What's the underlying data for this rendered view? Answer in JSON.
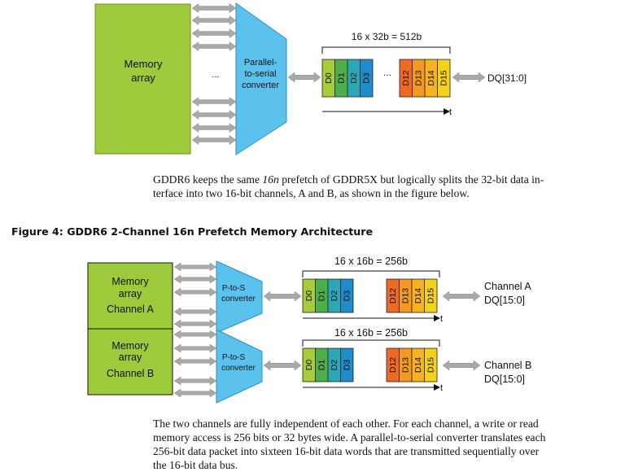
{
  "figure3": {
    "block_label_line1": "Memory",
    "block_label_line2": "array",
    "ellipsis": "...",
    "converter_line1": "Parallel-",
    "converter_line2": "to-serial",
    "converter_line3": "converter",
    "brace_label": "16 x 32b = 512b",
    "cells_first": [
      "D0",
      "D1",
      "D2",
      "D3"
    ],
    "cells_last": [
      "D12",
      "D13",
      "D14",
      "D15"
    ],
    "dots": "...",
    "time_label": "t",
    "output_label": "DQ[31:0]"
  },
  "paragraph1": {
    "line1_pre": "GDDR6 keeps the same ",
    "line1_em": "16n",
    "line1_post": " prefetch of GDDR5X but logically splits the 32-bit data in-",
    "line2": "terface into two 16-bit channels, A and B, as shown in the figure below."
  },
  "figure4_caption": "Figure 4: GDDR6 2-Channel 16n Prefetch Memory Architecture",
  "figure4": {
    "channels": [
      {
        "block_line1": "Memory",
        "block_line2": "array",
        "block_line3": "Channel A",
        "converter_line1": "P-to-S",
        "converter_line2": "converter",
        "brace_label": "16 x 16b = 256b",
        "cells_first": [
          "D0",
          "D1",
          "D2",
          "D3"
        ],
        "cells_last": [
          "D12",
          "D13",
          "D14",
          "D15"
        ],
        "time_label": "t",
        "output_line1": "Channel A",
        "output_line2": "DQ[15:0]"
      },
      {
        "block_line1": "Memory",
        "block_line2": "array",
        "block_line3": "Channel B",
        "converter_line1": "P-to-S",
        "converter_line2": "converter",
        "brace_label": "16 x 16b = 256b",
        "cells_first": [
          "D0",
          "D1",
          "D2",
          "D3"
        ],
        "cells_last": [
          "D12",
          "D13",
          "D14",
          "D15"
        ],
        "time_label": "t",
        "output_line1": "Channel B",
        "output_line2": "DQ[15:0]"
      }
    ]
  },
  "paragraph2": {
    "line1": "The two channels are fully independent of each other. For each channel, a write or read",
    "line2": "memory access is 256 bits or 32 bytes wide. A parallel-to-serial converter translates each",
    "line3": "256-bit data packet into sixteen 16-bit data words that are transmitted sequentially over",
    "line4": "the 16-bit data bus."
  },
  "colors": {
    "memory_block": "#9dcb3b",
    "converter": "#5bc2ee",
    "cell_green_light": "#a6cc3a",
    "cell_green": "#4eaf4a",
    "cell_teal": "#2ca7b5",
    "cell_blue": "#1f8ccc",
    "cell_orange_dark": "#ee6a22",
    "cell_orange": "#f59a1f",
    "cell_amber": "#f7b21c",
    "cell_yellow": "#f3d21c",
    "arrow_gray": "#a9a9a9"
  }
}
